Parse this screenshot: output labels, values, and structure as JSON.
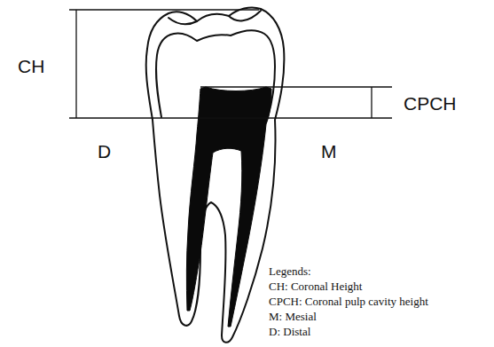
{
  "diagram": {
    "labels": [
      "CH",
      "CPCH",
      "D",
      "M",
      "Legends:"
    ],
    "legend": [
      {
        "text": "CH: Coronal Height"
      },
      {
        "text": "CPCH: Coronal pulp cavity height"
      },
      {
        "text": "M: Mesial"
      },
      {
        "text": "D: Distal"
      }
    ]
  }
}
